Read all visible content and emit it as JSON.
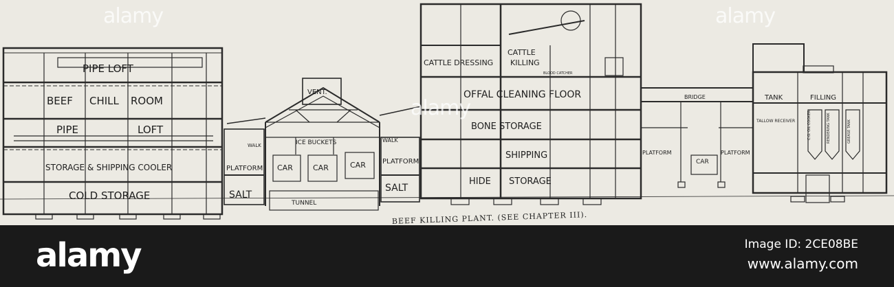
{
  "watermark": {
    "text": "alamy"
  },
  "labels": {
    "pipe_loft_top": "PIPE LOFT",
    "beef": "BEEF",
    "chill": "CHILL",
    "room": "ROOM",
    "pipe": "PIPE",
    "loft": "LOFT",
    "storage_shipping_cooler": "STORAGE & SHIPPING COOLER",
    "cold_storage": "COLD STORAGE",
    "vent": "VENT.",
    "ice_buckets": "ICE BUCKETS",
    "walk_left": "WALK",
    "walk_right": "WALK",
    "car": "CAR",
    "platform": "PLATFORM",
    "salt": "SALT",
    "tunnel": "TUNNEL",
    "cattle_dressing": "CATTLE DRESSING",
    "cattle": "CATTLE",
    "killing": "KILLING",
    "blood_catcher": "BLOOD CATCHER",
    "offal_cleaning_floor": "OFFAL CLEANING FLOOR",
    "bone_storage": "BONE STORAGE",
    "shipping": "SHIPPING",
    "hide": "HIDE",
    "storage": "STORAGE",
    "bridge": "BRIDGE",
    "tank": "TANK",
    "filling": "FILLING",
    "tallow_receiver": "TALLOW RECEIVER",
    "gg_oil_cooker": "C.G. OIL COOKER",
    "rendering_tank": "RENDERING TANK",
    "grease_tank": "GREASE TANK",
    "caption": "BEEF KILLING PLANT. (SEE CHAPTER III)."
  },
  "footer": {
    "logo": "alamy",
    "image_id": "Image ID: 2CE08BE",
    "url": "www.alamy.com"
  }
}
